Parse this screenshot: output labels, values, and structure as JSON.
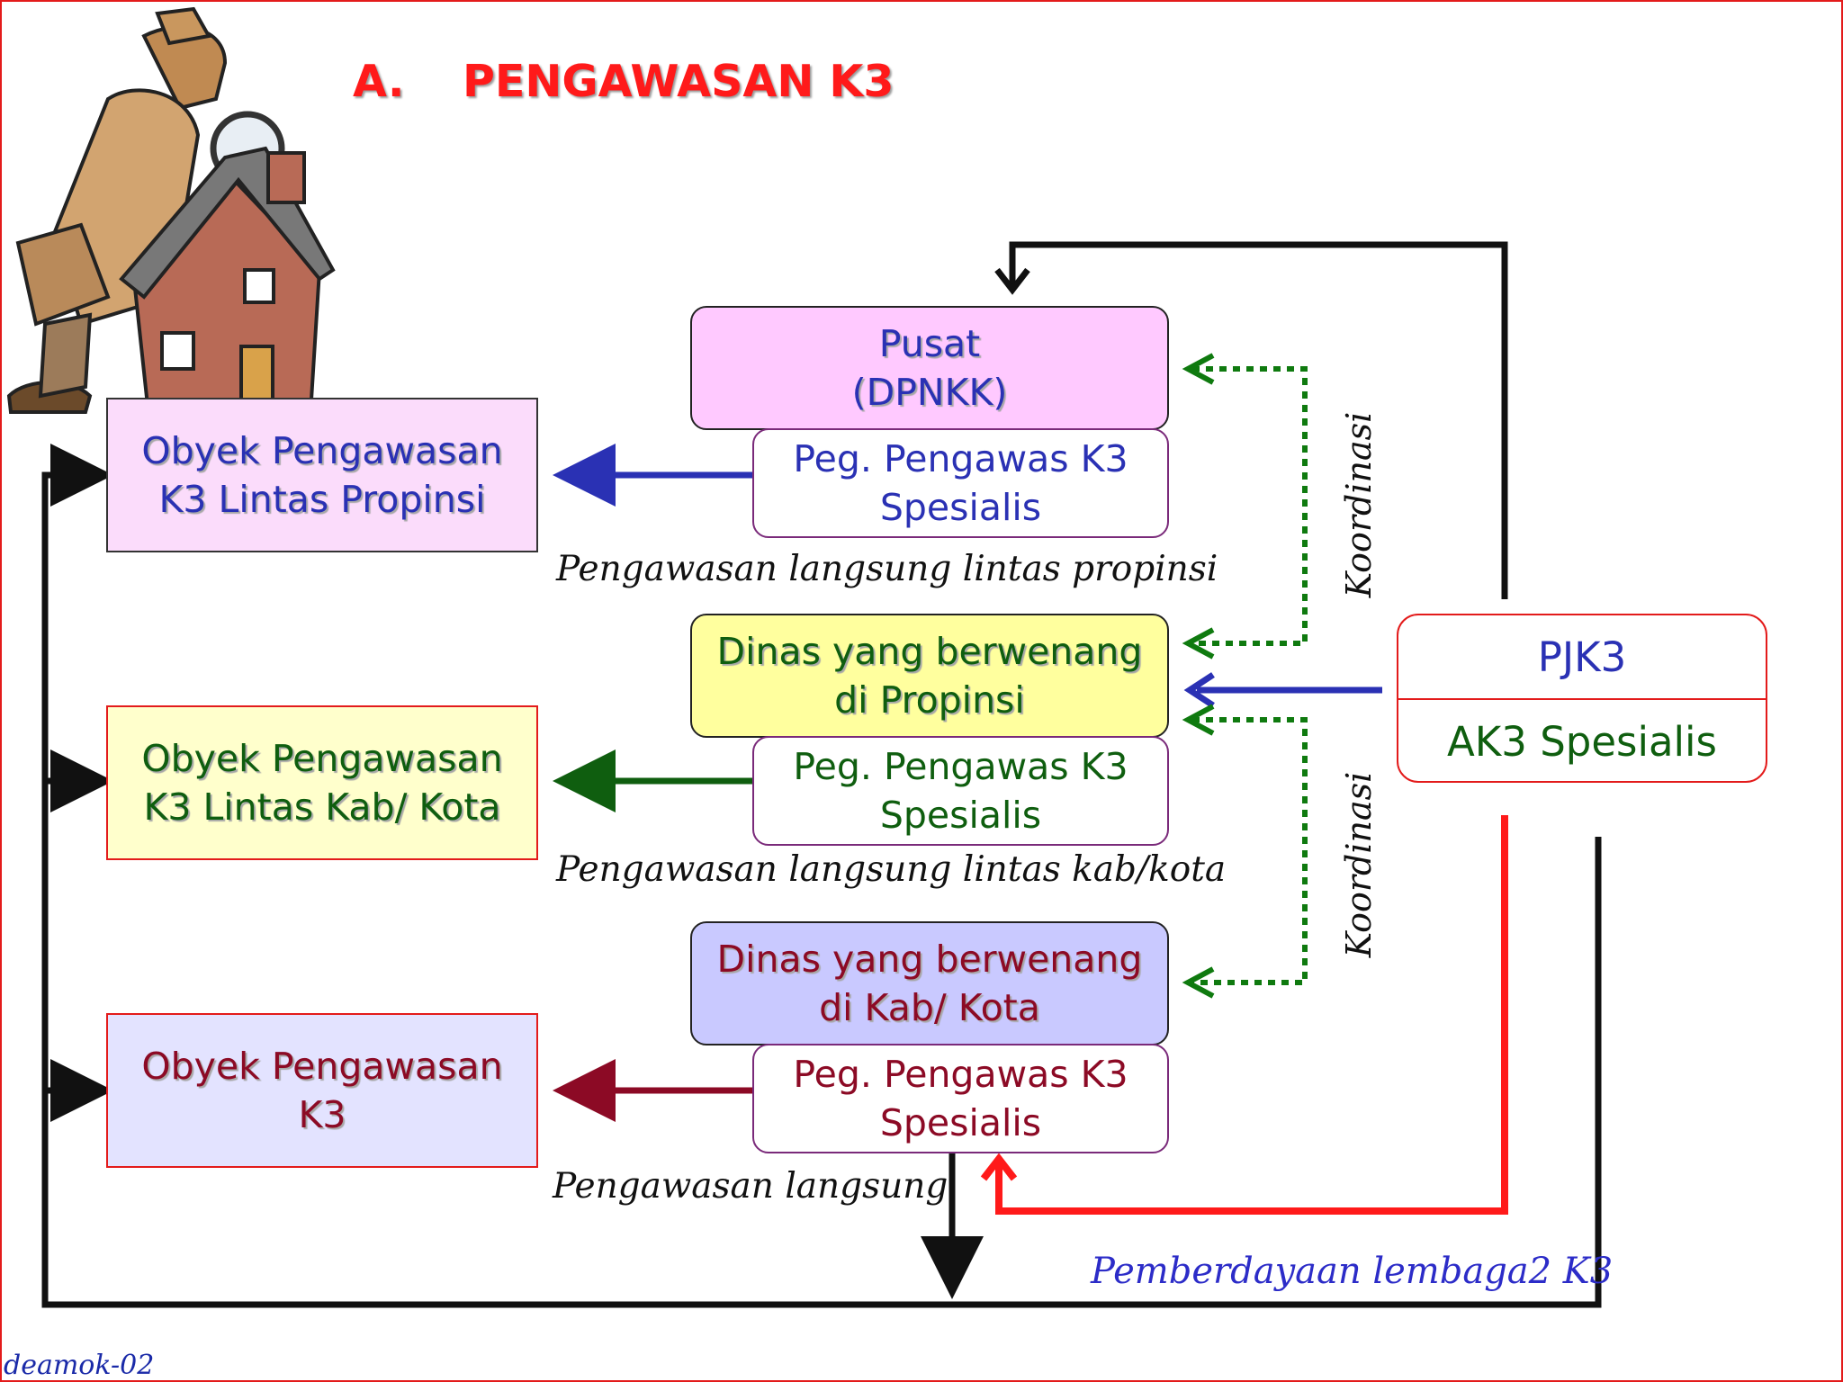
{
  "title": {
    "num": "A.",
    "text": "PENGAWASAN K3"
  },
  "objects": {
    "propinsi": "Obyek Pengawasan\nK3 Lintas Propinsi",
    "kabkota": "Obyek Pengawasan\nK3 Lintas Kab/ Kota",
    "local": "Obyek Pengawasan\nK3"
  },
  "authorities": {
    "pusat": "Pusat\n(DPNKK)",
    "propinsi": "Dinas yang berwenang\ndi Propinsi",
    "kabkota": "Dinas yang berwenang\ndi Kab/ Kota"
  },
  "pegawas_label": "Peg. Pengawas K3\nSpesialis",
  "captions": {
    "propinsi": "Pengawasan langsung lintas propinsi",
    "kabkota": "Pengawasan langsung lintas kab/kota",
    "local": "Pengawasan langsung"
  },
  "koordinasi": "Koordinasi",
  "pjk3": {
    "top": "PJK3",
    "bottom": "AK3 Spesialis"
  },
  "pemberdayaan": "Pemberdayaan lembaga2 K3",
  "footer": "deamok-02",
  "colors": {
    "title": "#ff1a1a",
    "blue": "#2a31b4",
    "green": "#0f5e0f",
    "maroon": "#8c0a25",
    "red": "#e31b1b",
    "pink_fill": "#ffc9ff",
    "yellow_fill": "#ffff9e",
    "lavender_fill": "#c9c9ff",
    "light_pink_fill": "#fbdcfb",
    "light_yellow_fill": "#ffffcc",
    "light_lavender_fill": "#e3e3ff"
  },
  "illustration": "detective-with-magnifier-inspecting-house"
}
